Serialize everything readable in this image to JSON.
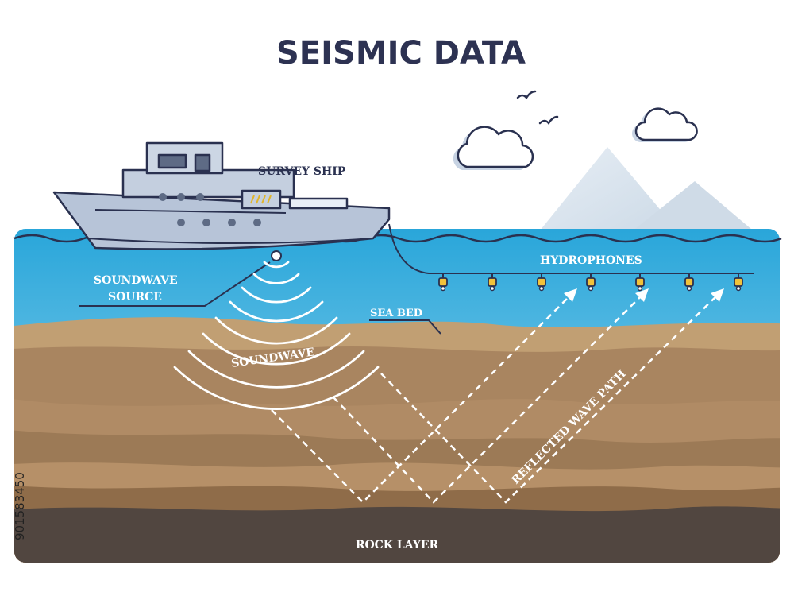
{
  "title": "SEISMIC DATA",
  "labels": {
    "survey_ship": "SURVEY SHIP",
    "hydrophones": "HYDROPHONES",
    "soundwave_source_line1": "SOUNDWAVE",
    "soundwave_source_line2": "SOURCE",
    "sea_bed": "SEA BED",
    "soundwave": "SOUNDWAVE",
    "reflected_wave_path": "REFLECTED WAVE PATH",
    "rock_layer": "ROCK LAYER"
  },
  "stock_id": "901583450",
  "hydrophone_count": 7,
  "colors": {
    "title": "#2d3252",
    "outline": "#2a3150",
    "sky_mountain": "#dbe6ef",
    "ocean_top": "#2aa6d9",
    "ocean_bottom": "#9fd9ef",
    "sediment_light": "#bf9c70",
    "sediment_mid": "#a4805a",
    "sediment_dark": "#8e6b48",
    "rock": "#4f4540",
    "ship_hull": "#b9c6d9"
  }
}
